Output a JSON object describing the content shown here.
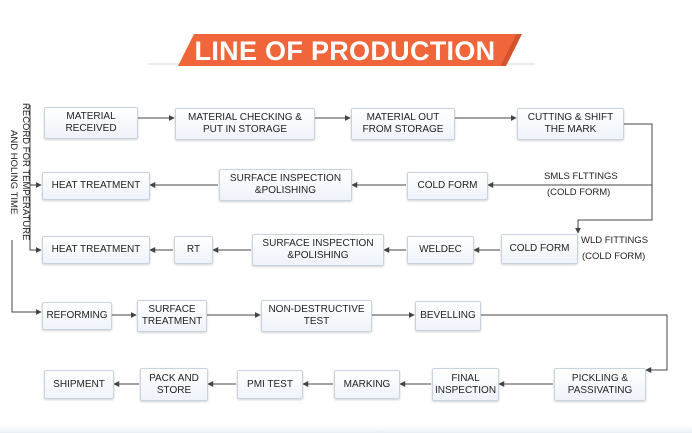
{
  "title": "LINE OF PRODUCTION",
  "side_label": "RECORD FOR TEMPERATURE AND HOLING TIME",
  "colors": {
    "banner": "#f0663a",
    "banner_edge": "#d5522a",
    "line": "#444444"
  },
  "steps": {
    "material_received": "MATERIAL RECEIVED",
    "material_checking": "MATERIAL CHECKING & PUT IN STORAGE",
    "material_out": "MATERIAL OUT FROM STORAGE",
    "cutting_shift": "CUTTING & SHIFT THE MARK",
    "heat_treatment_1": "HEAT TREATMENT",
    "surface_inspection_1": "SURFACE INSPECTION &POLISHING",
    "cold_form_1": "COLD FORM",
    "heat_treatment_2": "HEAT TREATMENT",
    "rt": "RT",
    "surface_inspection_2": "SURFACE INSPECTION &POLISHING",
    "weldec": "WELDEC",
    "cold_form_2": "COLD FORM",
    "reforming": "REFORMING",
    "surface_treatment": "SURFACE TREATMENT",
    "non_destructive_test": "NON-DESTRUCTIVE TEST",
    "bevelling": "BEVELLING",
    "shipment": "SHIPMENT",
    "pack_store": "PACK AND STORE",
    "pmi_test": "PMI TEST",
    "marking": "MARKING",
    "final_inspection": "FINAL INSPECTION",
    "pickling": "PICKLING & PASSIVATING"
  },
  "branches": {
    "smls_name": "SMLS FLTTINGS",
    "smls_sub": "(COLD FORM)",
    "wld_name": "WLD FITTINGS",
    "wld_sub": "(COLD FORM)"
  }
}
